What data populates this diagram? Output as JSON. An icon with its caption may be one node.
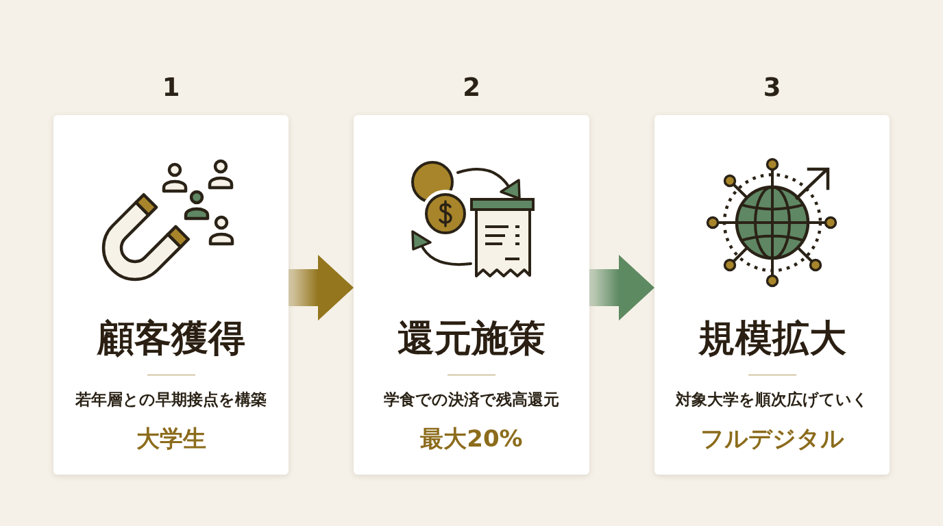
{
  "diagram": {
    "nodes": [
      {
        "text": [
          "1",
          "顧客獲得",
          "若年層との早期接点を構築",
          "大学生"
        ]
      },
      {
        "text": [
          "2",
          "還元施策",
          "学食での決済で残高還元",
          "最大20%"
        ]
      },
      {
        "text": [
          "3",
          "規模拡大",
          "対象大学を順次広げていく",
          "フルデジタル"
        ]
      }
    ],
    "edges": [
      {
        "from": 0,
        "to": 1,
        "arrow": "to",
        "color": "#94761f"
      },
      {
        "from": 1,
        "to": 2,
        "arrow": "to",
        "color": "#5e8a62"
      }
    ]
  }
}
